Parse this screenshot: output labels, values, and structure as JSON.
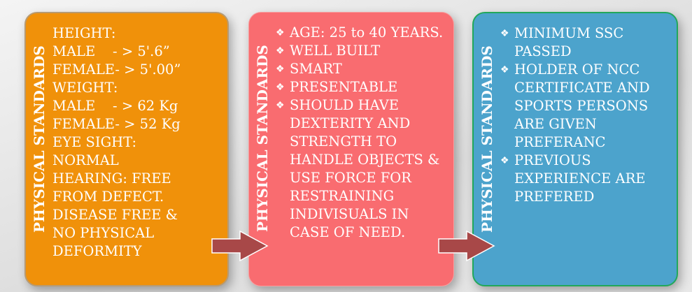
{
  "boxes": [
    {
      "side_label": "PHYSICAL STANDARDS",
      "lines": [
        "HEIGHT:",
        "MALE    - > 5'.6”",
        "FEMALE- > 5'.00”",
        "WEIGHT:",
        "MALE    - > 62 Kg",
        "FEMALE- > 52 Kg",
        "EYE SIGHT:",
        "NORMAL",
        "HEARING: FREE",
        "FROM DEFECT.",
        "DISEASE FREE &",
        "NO PHYSICAL",
        "DEFORMITY"
      ]
    },
    {
      "side_label": "PHYSICAL STANDARDS",
      "bullet": "❖",
      "items": [
        "AGE: 25 to 40 YEARS.",
        "WELL BUILT",
        "SMART",
        "PRESENTABLE",
        " SHOULD HAVE DEXTERITY AND STRENGTH TO HANDLE OBJECTS  & USE FORCE FOR RESTRAINING INDIVISUALS IN CASE OF NEED."
      ]
    },
    {
      "side_label": "PHYSICAL STANDARDS",
      "bullet": "❖",
      "items": [
        "MINIMUM SSC PASSED",
        "HOLDER OF NCC CERTIFICATE AND SPORTS PERSONS ARE GIVEN PREFERANC",
        "PREVIOUS EXPERIENCE ARE PREFERED"
      ]
    }
  ],
  "colors": {
    "orange": "#f0910a",
    "pink": "#f96c70",
    "blue": "#4ca3cc",
    "arrow": "#a84848"
  }
}
